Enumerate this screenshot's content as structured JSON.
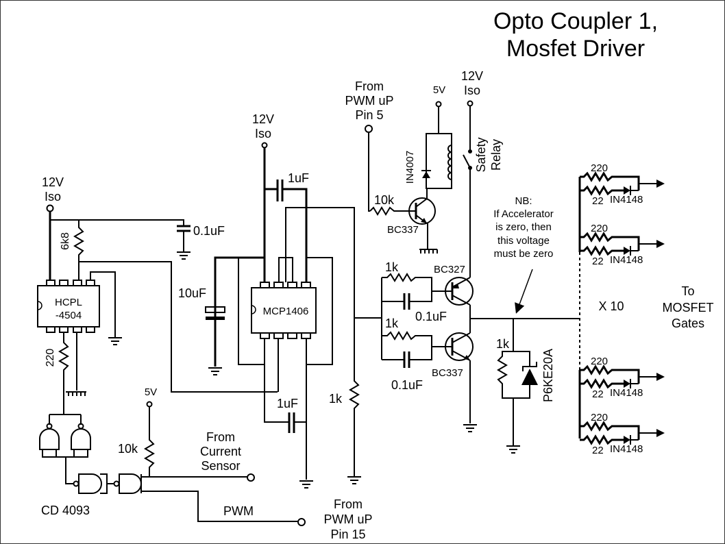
{
  "title": {
    "line1": "Opto Coupler 1,",
    "line2": "Mosfet Driver"
  },
  "supplies": {
    "iso1": {
      "line1": "12V",
      "line2": "Iso"
    },
    "iso2": {
      "line1": "12V",
      "line2": "Iso"
    },
    "iso3": {
      "line1": "12V",
      "line2": "Iso"
    },
    "v5_relay": "5V",
    "v5_logic": "5V"
  },
  "components": {
    "optocoupler": {
      "line1": "HCPL",
      "line2": "-4504"
    },
    "driver_ic": "MCP1406",
    "r_pullup_opto": "6k8",
    "c_decouple_opto": "0.1uF",
    "r_opto_led": "220",
    "c_bulk": "10uF",
    "c_driver_top": "1uF",
    "c_driver_bottom": "1uF",
    "r_driver_out": "1k",
    "r_logic_pullup": "10k",
    "logic_ic": "CD 4093",
    "r_relay_base": "10k",
    "q_relay": "BC337",
    "d_flyback": "IN4007",
    "relay": {
      "line1": "Safety",
      "line2": "Relay"
    },
    "r_top_base": "1k",
    "c_top_base": "0.1uF",
    "q_top": "BC327",
    "r_bot_base": "1k",
    "c_bot_base": "0.1uF",
    "q_bot": "BC337",
    "r_tvs": "1k",
    "tvs": "P6KE20A"
  },
  "gate_outputs": {
    "branches": [
      {
        "r_slow": "220",
        "r_fast": "22",
        "diode": "IN4148"
      },
      {
        "r_slow": "220",
        "r_fast": "22",
        "diode": "IN4148"
      },
      {
        "r_slow": "220",
        "r_fast": "22",
        "diode": "IN4148"
      },
      {
        "r_slow": "220",
        "r_fast": "22",
        "diode": "IN4148"
      }
    ],
    "multiplier": "X 10",
    "destination": {
      "line1": "To",
      "line2": "MOSFET",
      "line3": "Gates"
    }
  },
  "inputs": {
    "pwm_pin5": {
      "line1": "From",
      "line2": "PWM uP",
      "line3": "Pin 5"
    },
    "current_sensor": {
      "line1": "From",
      "line2": "Current",
      "line3": "Sensor"
    },
    "pwm_label": "PWM",
    "pwm_pin15": {
      "line1": "From",
      "line2": "PWM uP",
      "line3": "Pin 15"
    }
  },
  "note": {
    "line1": "NB:",
    "line2": "If Accelerator",
    "line3": "is zero, then",
    "line4": "this voltage",
    "line5": "must be zero"
  }
}
